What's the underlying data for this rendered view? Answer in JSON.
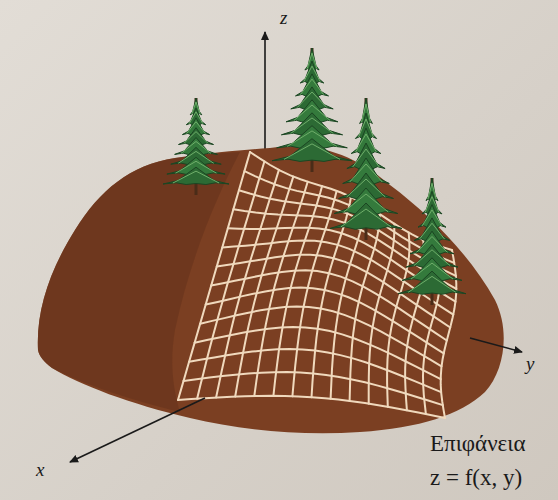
{
  "diagram": {
    "labels": [
      "z",
      "y",
      "x",
      "Επιφάνεια",
      "z = f(x, y)"
    ]
  }
}
